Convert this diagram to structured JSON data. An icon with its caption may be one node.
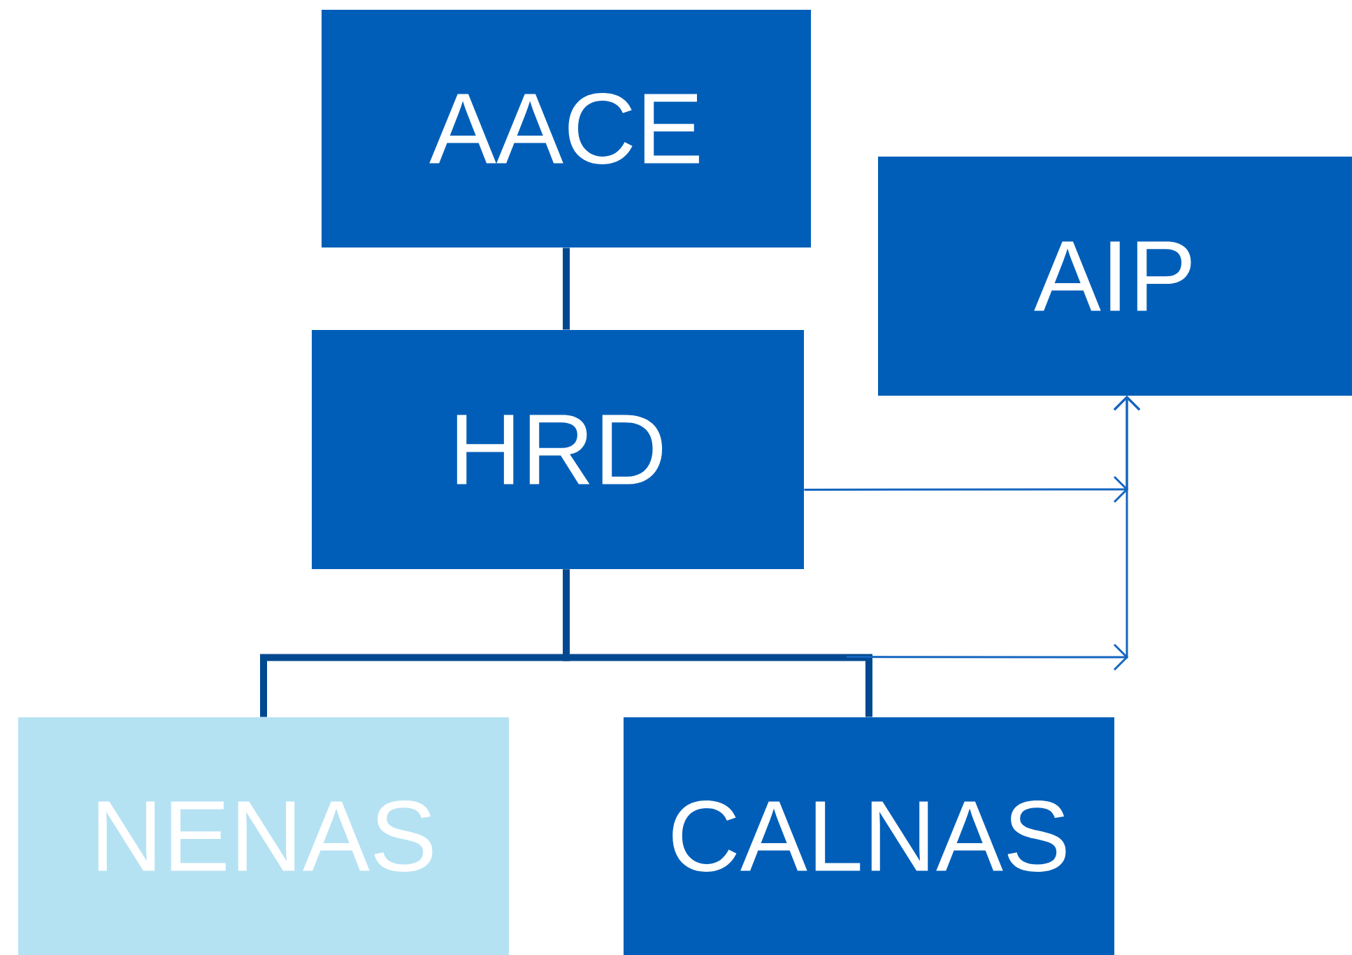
{
  "diagram": {
    "nodes": [
      {
        "text": [
          "AACE"
        ]
      },
      {
        "text": [
          "HRD"
        ]
      },
      {
        "text": [
          "AIP"
        ]
      },
      {
        "text": [
          "NENAS"
        ]
      },
      {
        "text": [
          "CALNAS"
        ]
      }
    ],
    "edges": [
      {
        "from": 0,
        "to": 1,
        "arrow": "none"
      },
      {
        "from": 1,
        "to": 3,
        "arrow": "none"
      },
      {
        "from": 1,
        "to": 4,
        "arrow": "none"
      },
      {
        "from": 1,
        "to": 2,
        "arrow": "to",
        "color": "#1565c0"
      },
      {
        "from": 4,
        "to": 2,
        "arrow": "to",
        "color": "#1565c0"
      }
    ]
  }
}
